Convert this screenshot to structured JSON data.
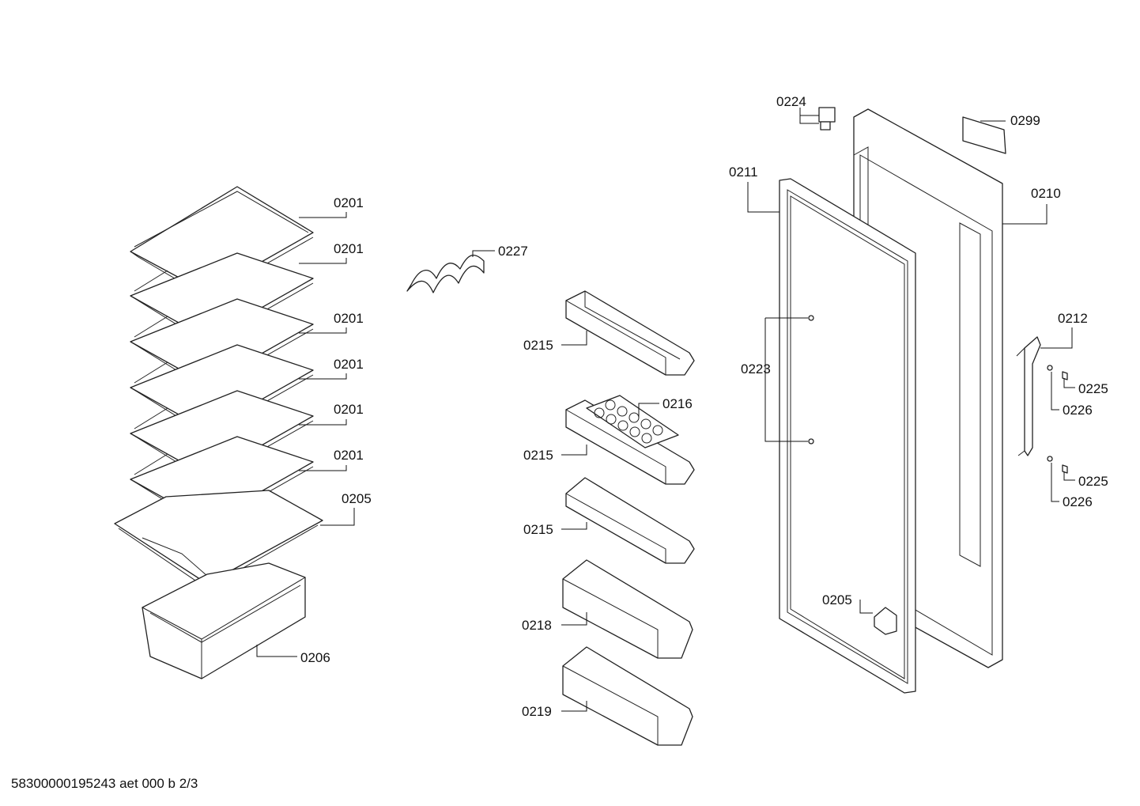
{
  "labels": {
    "shelf_1": "0201",
    "shelf_2": "0201",
    "shelf_3": "0201",
    "shelf_4": "0201",
    "shelf_5": "0201",
    "shelf_6": "0201",
    "crisper_cover": "0205",
    "crisper_drawer": "0206",
    "bottle_rack": "0227",
    "door_shelf_1": "0215",
    "egg_tray": "0216",
    "door_shelf_2": "0215",
    "door_shelf_3": "0215",
    "door_shelf_4": "0218",
    "door_shelf_5": "0219",
    "hinge_cover": "0224",
    "door_gasket": "0211",
    "screws": "0223",
    "door_part": "0205",
    "label_sticker": "0299",
    "door": "0210",
    "handle": "0212",
    "handle_cap_top": "0225",
    "handle_screw_top": "0226",
    "handle_cap_bottom": "0225",
    "handle_screw_bottom": "0226"
  },
  "footer": "58300000195243 aet 000 b 2/3"
}
